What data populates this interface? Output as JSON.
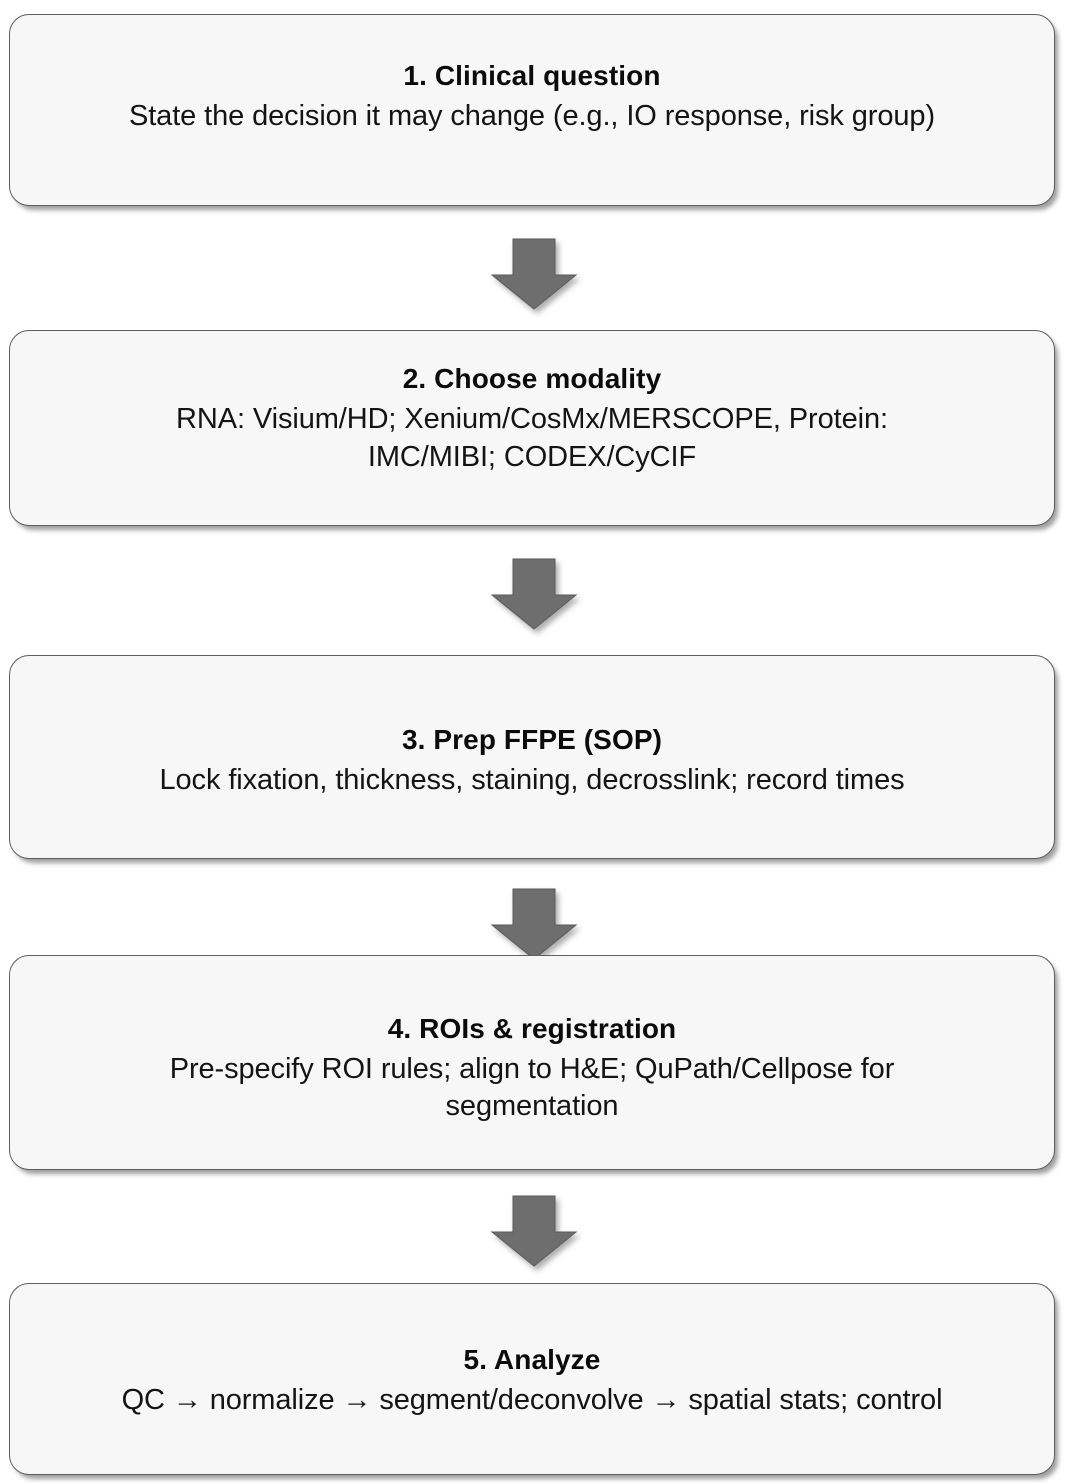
{
  "diagram": {
    "type": "flowchart",
    "orientation": "top-to-bottom",
    "node_fill": "#f7f7f7",
    "node_border": "#5e5e5e",
    "arrow_fill": "#6e6e6e",
    "text_color": "#111111",
    "steps": [
      {
        "number": "1",
        "title": "1. Clinical question",
        "body": "State the decision it may change (e.g., IO response, risk group)"
      },
      {
        "number": "2",
        "title": "2. Choose modality",
        "body": "RNA: Visium/HD; Xenium/CosMx/MERSCOPE,  Protein: IMC/MIBI; CODEX/CyCIF"
      },
      {
        "number": "3",
        "title": "3. Prep FFPE (SOP)",
        "body": "Lock fixation, thickness, staining, decrosslink; record times"
      },
      {
        "number": "4",
        "title": "4. ROIs & registration",
        "body": "Pre-specify ROI rules; align to H&E; QuPath/Cellpose for segmentation"
      },
      {
        "number": "5",
        "title": "5. Analyze",
        "body": "QC → normalize → segment/deconvolve → spatial stats; control"
      }
    ],
    "connectors": [
      {
        "label": "arrow step 1 to step 2",
        "icon": "arrow-down-icon"
      },
      {
        "label": "arrow step 2 to step 3",
        "icon": "arrow-down-icon"
      },
      {
        "label": "arrow step 3 to step 4",
        "icon": "arrow-down-icon"
      },
      {
        "label": "arrow step 4 to step 5",
        "icon": "arrow-down-icon"
      }
    ]
  }
}
